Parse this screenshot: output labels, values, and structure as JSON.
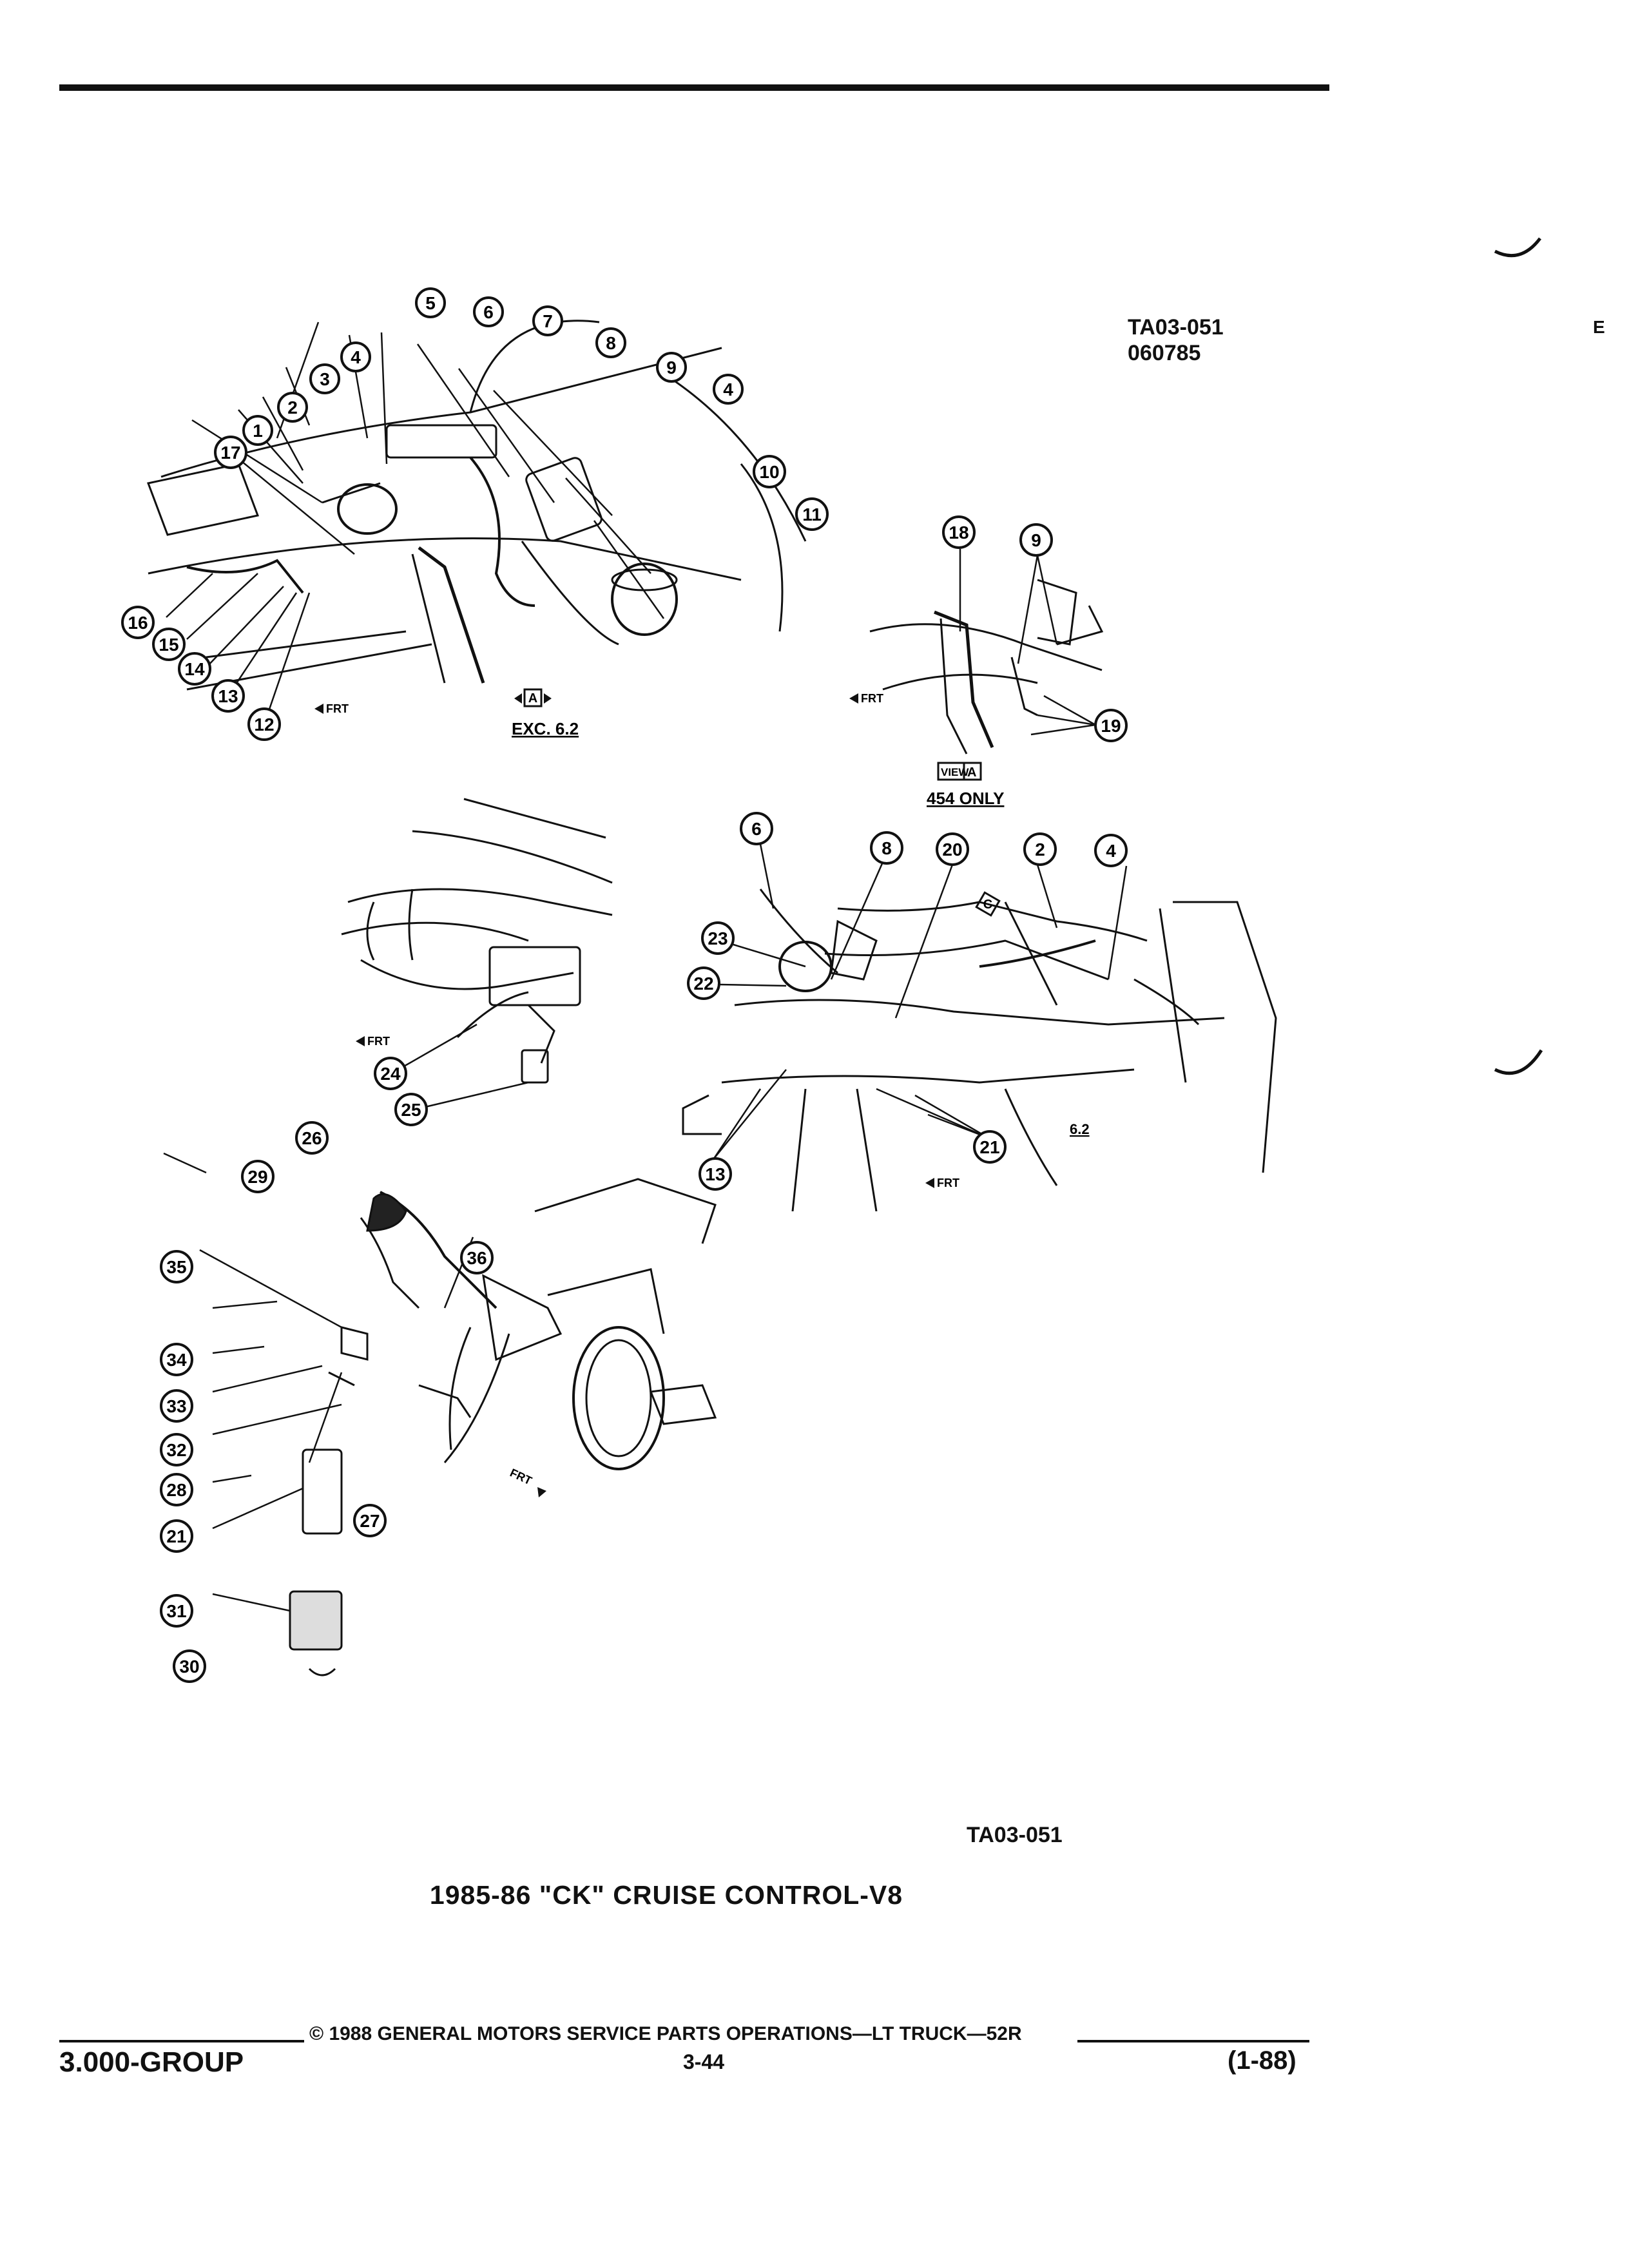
{
  "header": {
    "ref_code": "TA03-051",
    "ref_date": "060785",
    "edge_letter": "E"
  },
  "diagrams": {
    "main_callouts": [
      "1",
      "2",
      "3",
      "4",
      "5",
      "6",
      "7",
      "8",
      "9",
      "4",
      "10",
      "11",
      "12",
      "13",
      "14",
      "15",
      "16",
      "17"
    ],
    "main_label": "EXC. 6.2",
    "main_view_tag": "A",
    "frt": "FRT",
    "view_a_callouts": [
      "18",
      "9",
      "19"
    ],
    "view_a_word": "VIEW",
    "view_a_letter": "A",
    "view_a_label": "454 ONLY",
    "harness_callouts": [
      "24",
      "25"
    ],
    "engine_callouts": [
      "6",
      "8",
      "20",
      "2",
      "4",
      "23",
      "22",
      "13",
      "21"
    ],
    "engine_view_tag": "C",
    "engine_label": "6.2",
    "pedal_callouts": [
      "26",
      "29",
      "35",
      "36",
      "34",
      "33",
      "32",
      "28",
      "21",
      "31",
      "30",
      "27"
    ]
  },
  "figure_code": "TA03-051",
  "title": "1985-86 \"CK\" CRUISE CONTROL-V8",
  "footer": {
    "copyright": "© 1988  GENERAL MOTORS SERVICE PARTS OPERATIONS—LT TRUCK—52R",
    "group": "3.000-GROUP",
    "page": "3-44",
    "revision": "(1-88)"
  }
}
